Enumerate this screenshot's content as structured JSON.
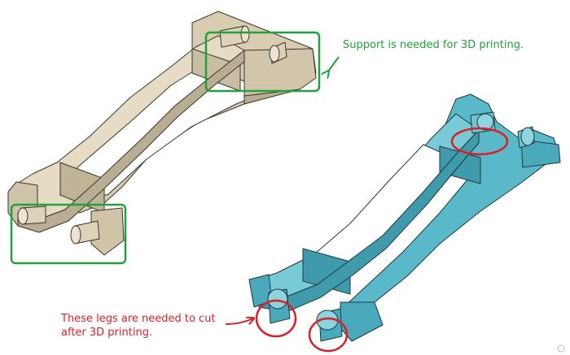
{
  "annotations": {
    "support": {
      "text": "Support is needed for 3D printing.",
      "color": "#1fa23a"
    },
    "legs": {
      "line1": "These legs are needed to cut",
      "line2": "after 3D printing.",
      "color": "#d9202a"
    }
  },
  "colors": {
    "part_beige": "#d8cdb3",
    "part_beige_dark": "#b9ad93",
    "part_beige_top": "#e6dcc5",
    "part_blue": "#59b9c9",
    "part_blue_dark": "#3f9aab",
    "part_blue_top": "#78cad7",
    "highlight_green": "#1fa23a",
    "highlight_red": "#d9202a"
  },
  "icons": [
    "gear-icon-corner"
  ]
}
